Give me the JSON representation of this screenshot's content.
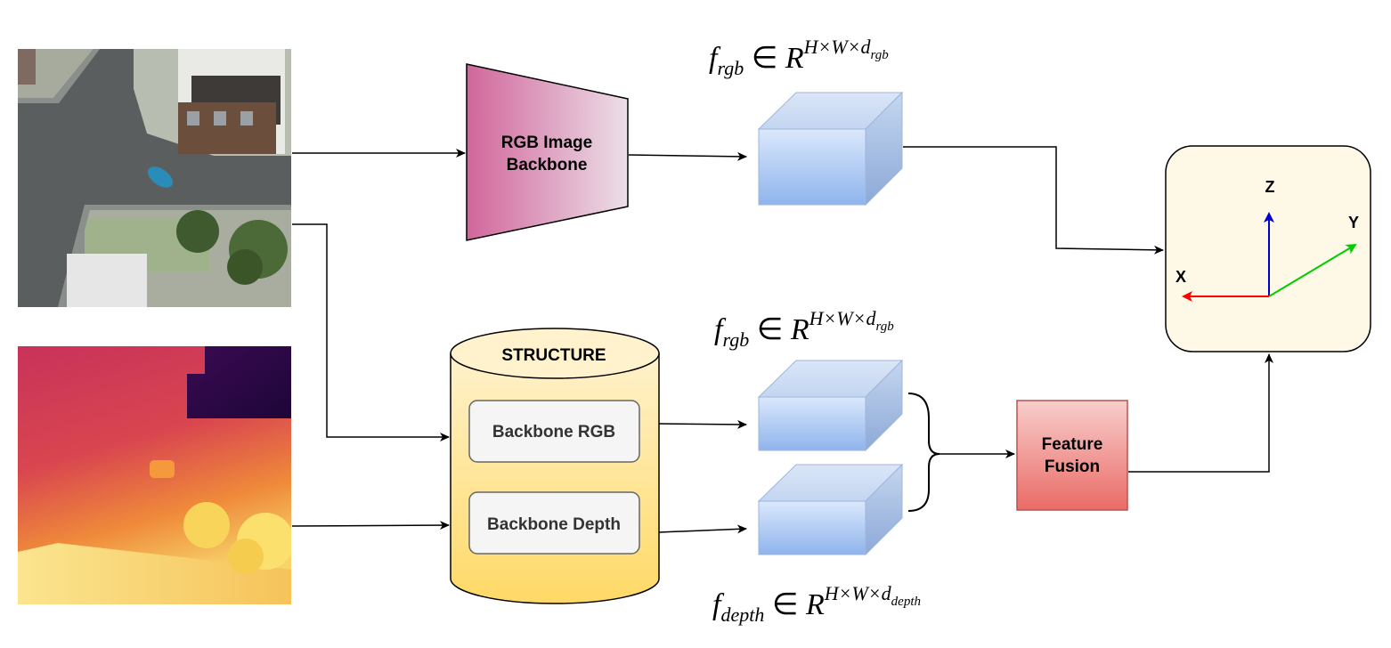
{
  "images": {
    "rgb": {
      "kind": "aerial-rgb-photo"
    },
    "depth": {
      "kind": "aerial-depth-map"
    }
  },
  "rgb_backbone": {
    "line1": "RGB Image",
    "line2": "Backbone",
    "colors": {
      "left": "#d1669b",
      "right": "#e9d8e4",
      "stroke": "#000000"
    }
  },
  "feature_labels": {
    "top": {
      "f": "f",
      "sub": "rgb",
      "in": " ∈ ",
      "R": "R",
      "sup": "H×W×d",
      "supsub": "rgb"
    },
    "middle": {
      "f": "f",
      "sub": "rgb",
      "in": " ∈ ",
      "R": "R",
      "sup": "H×W×d",
      "supsub": "rgb"
    },
    "bottom": {
      "f": "f",
      "sub": "depth",
      "in": " ∈ ",
      "R": "R",
      "sup": "H×W×d",
      "supsub": "depth"
    }
  },
  "structure": {
    "title": "STRUCTURE",
    "backbone_rgb": "Backbone RGB",
    "backbone_depth": "Backbone Depth",
    "colors": {
      "top": "#fff2cc",
      "bottom": "#ffd966",
      "box_fill": "#f5f5f5",
      "box_stroke": "#666666"
    }
  },
  "fusion": {
    "line1": "Feature",
    "line2": "Fusion",
    "colors": {
      "top": "#f8cecc",
      "bottom": "#ea6b66",
      "stroke": "#b85450"
    }
  },
  "axes": {
    "z": "Z",
    "y": "Y",
    "x": "X",
    "colors": {
      "box": "#fdf9e6",
      "z": "#0000cc",
      "y": "#00cc00",
      "x": "#ff0000"
    }
  },
  "cube_colors": {
    "front_top": "#dae8fc",
    "front_bottom": "#7ea6e0",
    "stroke": "#6c8ebf"
  }
}
